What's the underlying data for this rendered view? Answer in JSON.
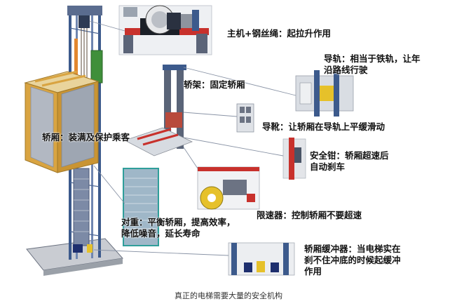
{
  "labels": {
    "motor": "主机+钢丝绳：起拉升作用",
    "guide_rail_1": "导轨：相当于铁轨，让年",
    "guide_rail_2": "沿路线行驶",
    "frame": "轿架：固定轿厢",
    "guide_shoe": "导靴：让轿厢在导轨上平缓滑动",
    "car": "轿厢：装满及保护乘客",
    "safety_gear_1": "安全钳：轿厢超速后",
    "safety_gear_2": "自动刹车",
    "governor": "限速器：控制轿厢不要超速",
    "counterweight_1": "对重：平衡轿厢，提高效率，",
    "counterweight_2": "降低噪音，延长寿命",
    "buffer_1": "轿厢缓冲器：当电梯实在",
    "buffer_2": "刹不住冲底的时候起缓冲",
    "buffer_3": "作用"
  },
  "caption": "真正的电梯需要大量的安全机构",
  "colors": {
    "frame_blue": "#3c5a8c",
    "car_gold": "#d9a441",
    "accent_red": "#c8312c",
    "leader_line": "#8a94a6",
    "machine_green": "#3f8f3a"
  }
}
